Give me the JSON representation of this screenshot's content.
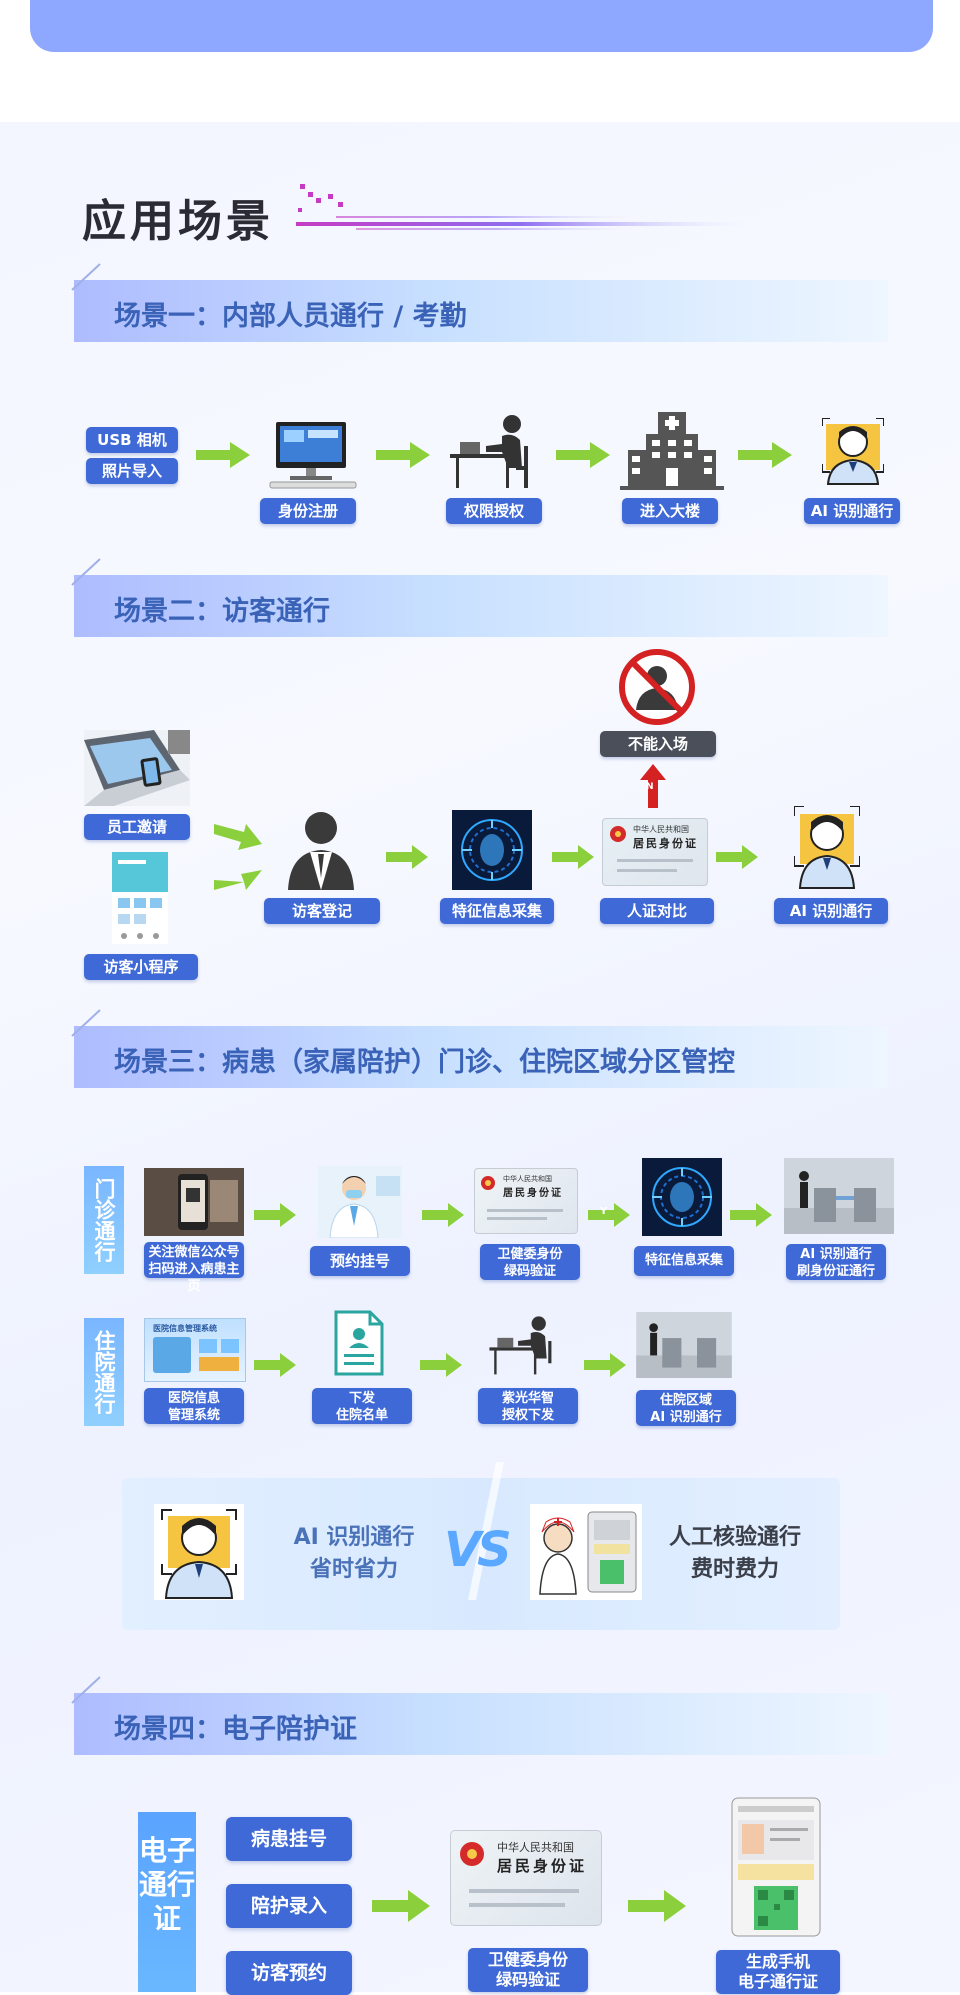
{
  "page_title": "应用场景",
  "scene1": {
    "title": "场景一：内部人员通行 / 考勤",
    "sources": [
      "USB 相机",
      "照片导入"
    ],
    "steps": [
      "身份注册",
      "权限授权",
      "进入大楼",
      "AI 识别通行"
    ]
  },
  "scene2": {
    "title": "场景二：访客通行",
    "sources": [
      "员工邀请",
      "访客小程序"
    ],
    "steps": [
      "访客登记",
      "特征信息采集",
      "人证对比",
      "AI 识别通行"
    ],
    "denied": "不能入场",
    "n_mark": "N"
  },
  "scene3": {
    "title": "场景三：病患（家属陪护）门诊、住院区域分区管控",
    "outpatient_tab": "门诊通行",
    "outpatient_steps": [
      "关注微信公众号\n扫码进入病患主页",
      "预约挂号",
      "卫健委身份\n绿码验证",
      "特征信息采集",
      "AI 识别通行\n刷身份证通行"
    ],
    "y_mark": "Y",
    "inpatient_tab": "住院通行",
    "inpatient_steps": [
      "医院信息\n管理系统",
      "下发\n住院名单",
      "紫光华智\n授权下发",
      "住院区域\nAI 识别通行"
    ],
    "his_screen_text": "医院信息管理系统"
  },
  "compare": {
    "left": "AI 识别通行\n省时省力",
    "vs": "VS",
    "right": "人工核验通行\n费时费力"
  },
  "scene4": {
    "title": "场景四：电子陪护证",
    "tab": "电子通行证",
    "options": [
      "病患挂号",
      "陪护录入",
      "访客预约"
    ],
    "steps": [
      "卫健委身份\n绿码验证",
      "生成手机\n电子通行证"
    ]
  },
  "id_card": {
    "line1": "中华人民共和国",
    "line2": "居民身份证"
  },
  "colors": {
    "pill_blue": "#3f69d6",
    "arrow_green": "#8ccf3c",
    "banner_text": "#3a63b8",
    "deny_red": "#d42222"
  }
}
